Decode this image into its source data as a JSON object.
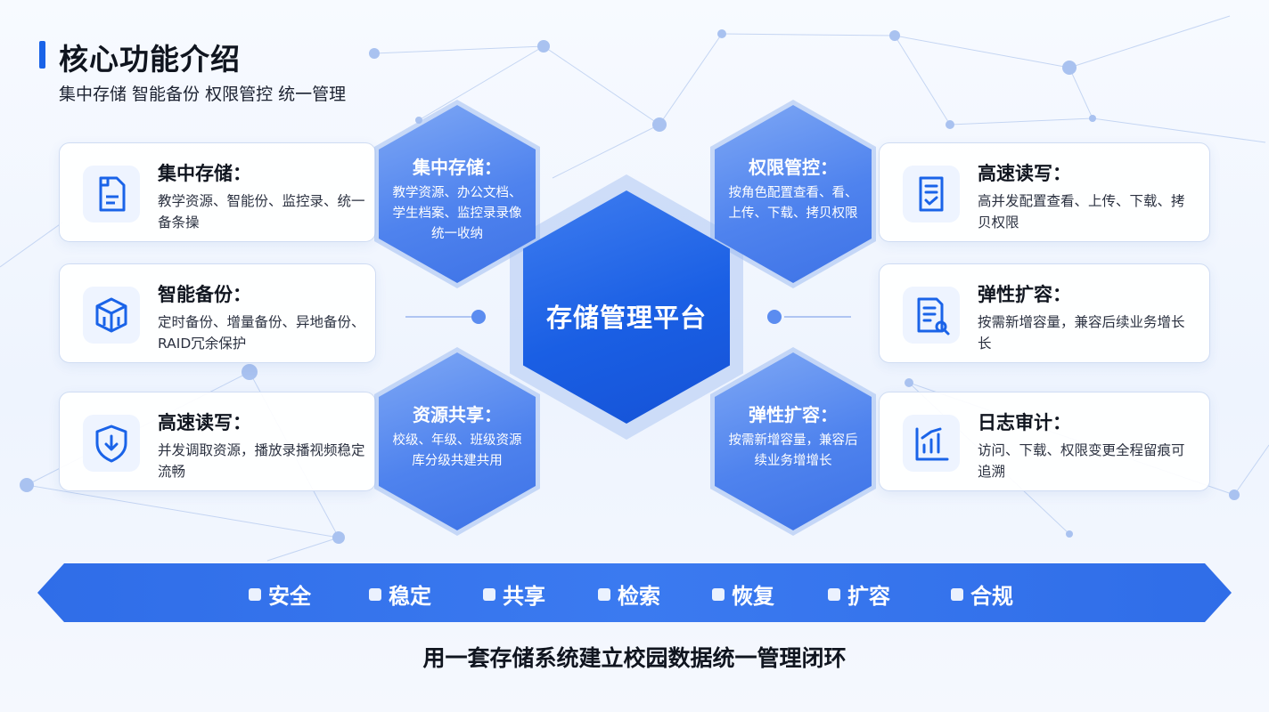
{
  "header": {
    "title": "核心功能介绍",
    "subtitle": "集中存储 智能备份 权限管控 统一管理"
  },
  "left_cards": [
    {
      "icon": "file-document-icon",
      "title": "集中存储：",
      "desc": "教学资源、智能份、监控录、统一备条操"
    },
    {
      "icon": "cube-box-icon",
      "title": "智能备份：",
      "desc": "定时备份、增量备份、异地备份、RAID冗余保护"
    },
    {
      "icon": "shield-download-icon",
      "title": "高速读写：",
      "desc": "并发调取资源，播放录播视频稳定流畅"
    }
  ],
  "right_cards": [
    {
      "icon": "checklist-document-icon",
      "title": "高速读写：",
      "desc": "高并发配置查看、上传、下载、拷贝权限"
    },
    {
      "icon": "document-search-icon",
      "title": "弹性扩容：",
      "desc": "按需新增容量，兼容后续业务增长长"
    },
    {
      "icon": "bar-chart-icon",
      "title": "日志审计：",
      "desc": "访问、下载、权限变更全程留痕可追溯"
    }
  ],
  "hexagons": {
    "top_left": {
      "title": "集中存储：",
      "desc": "教学资源、办公文档、学生档案、监控录录像统一收纳"
    },
    "top_right": {
      "title": "权限管控：",
      "desc": "按角色配置查看、看、上传、下载、拷贝权限"
    },
    "bottom_left": {
      "title": "资源共享：",
      "desc": "校级、年级、班级资源库分级共建共用"
    },
    "bottom_right": {
      "title": "弹性扩容：",
      "desc": "按需新增容量，兼容后续业务增增长"
    },
    "center": {
      "label": "存储管理平台"
    }
  },
  "banner": {
    "items": [
      "安全",
      "稳定",
      "共享",
      "检索",
      "恢复",
      "扩容",
      "合规"
    ]
  },
  "footer": {
    "text": "用一套存储系统建立校园数据统一管理闭环"
  },
  "colors": {
    "accent": "#1a63e8",
    "hex_light": "#5a8df0",
    "center_hex": "#1a5fe4",
    "banner": "#3474ec"
  }
}
